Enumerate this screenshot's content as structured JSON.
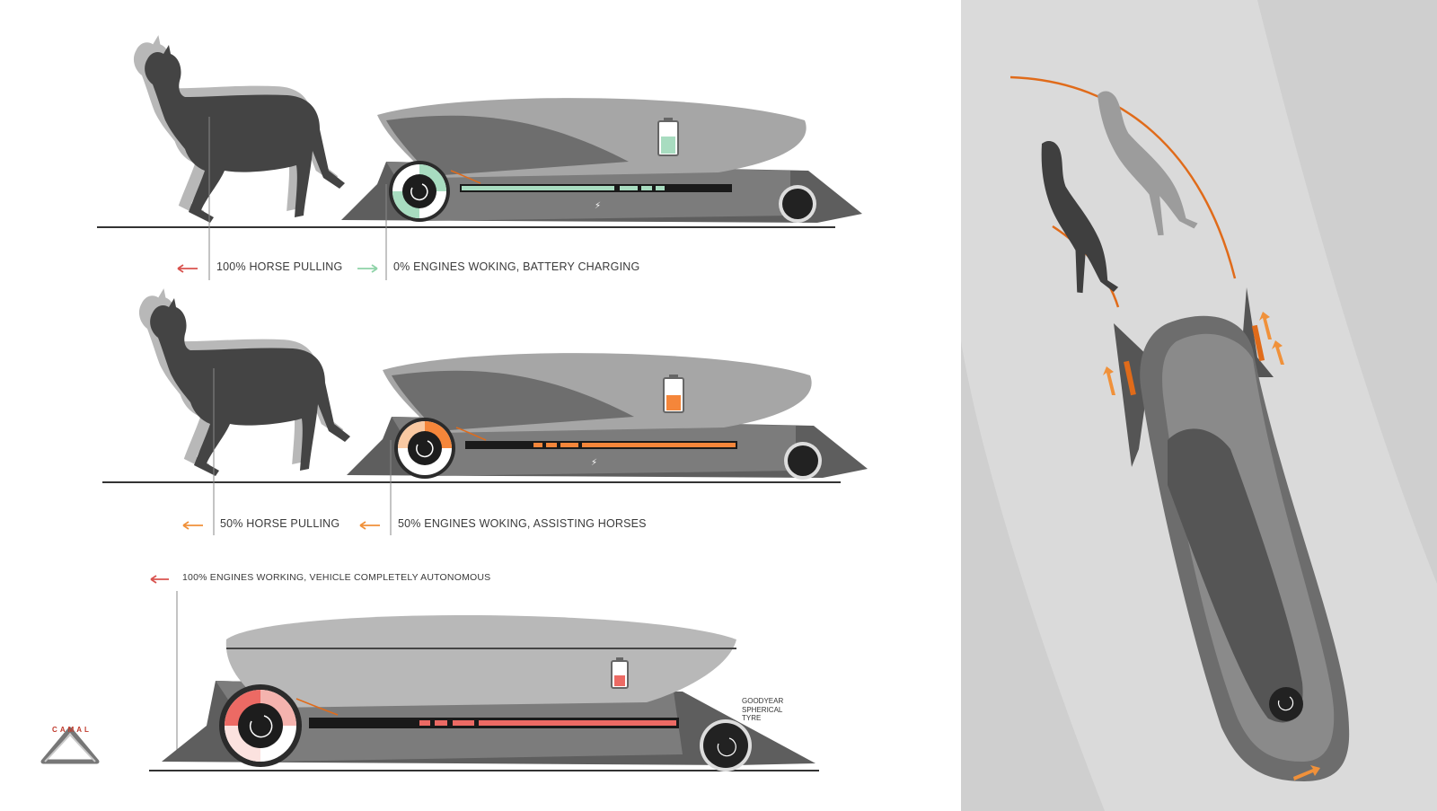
{
  "rows": [
    {
      "id": "row1",
      "horse_label": "100% HORSE PULLING",
      "engine_label": "0% ENGINES WOKING, BATTERY CHARGING",
      "horse_arrow_color": "#d9534f",
      "engine_arrow_color": "#8fd3a8",
      "accent_color": "#a8dcc0",
      "battery_level": 0.55
    },
    {
      "id": "row2",
      "horse_label": "50% HORSE PULLING",
      "engine_label": "50% ENGINES WOKING, ASSISTING HORSES",
      "horse_arrow_color": "#f0913a",
      "engine_arrow_color": "#f0913a",
      "accent_color": "#f5863a",
      "battery_level": 0.5
    },
    {
      "id": "row3",
      "engine_label": "100% ENGINES WORKING, VEHICLE COMPLETELY AUTONOMOUS",
      "engine_arrow_color": "#d9534f",
      "accent_color": "#ec6a64",
      "battery_level": 0.45
    }
  ],
  "tyre_note": [
    "GOODYEAR",
    "SPHERICAL",
    "TYRE"
  ],
  "brand": "CAMAL",
  "colors": {
    "body_dark": "#5c5c5c",
    "body_mid": "#7a7a7a",
    "body_light": "#a9a9a9",
    "horse_dark": "#444444",
    "horse_ghost": "#b5b5b5",
    "road_panel": "#cfcfcf",
    "road_lane": "#dadada",
    "trajectory_orange": "#e06b1a"
  }
}
